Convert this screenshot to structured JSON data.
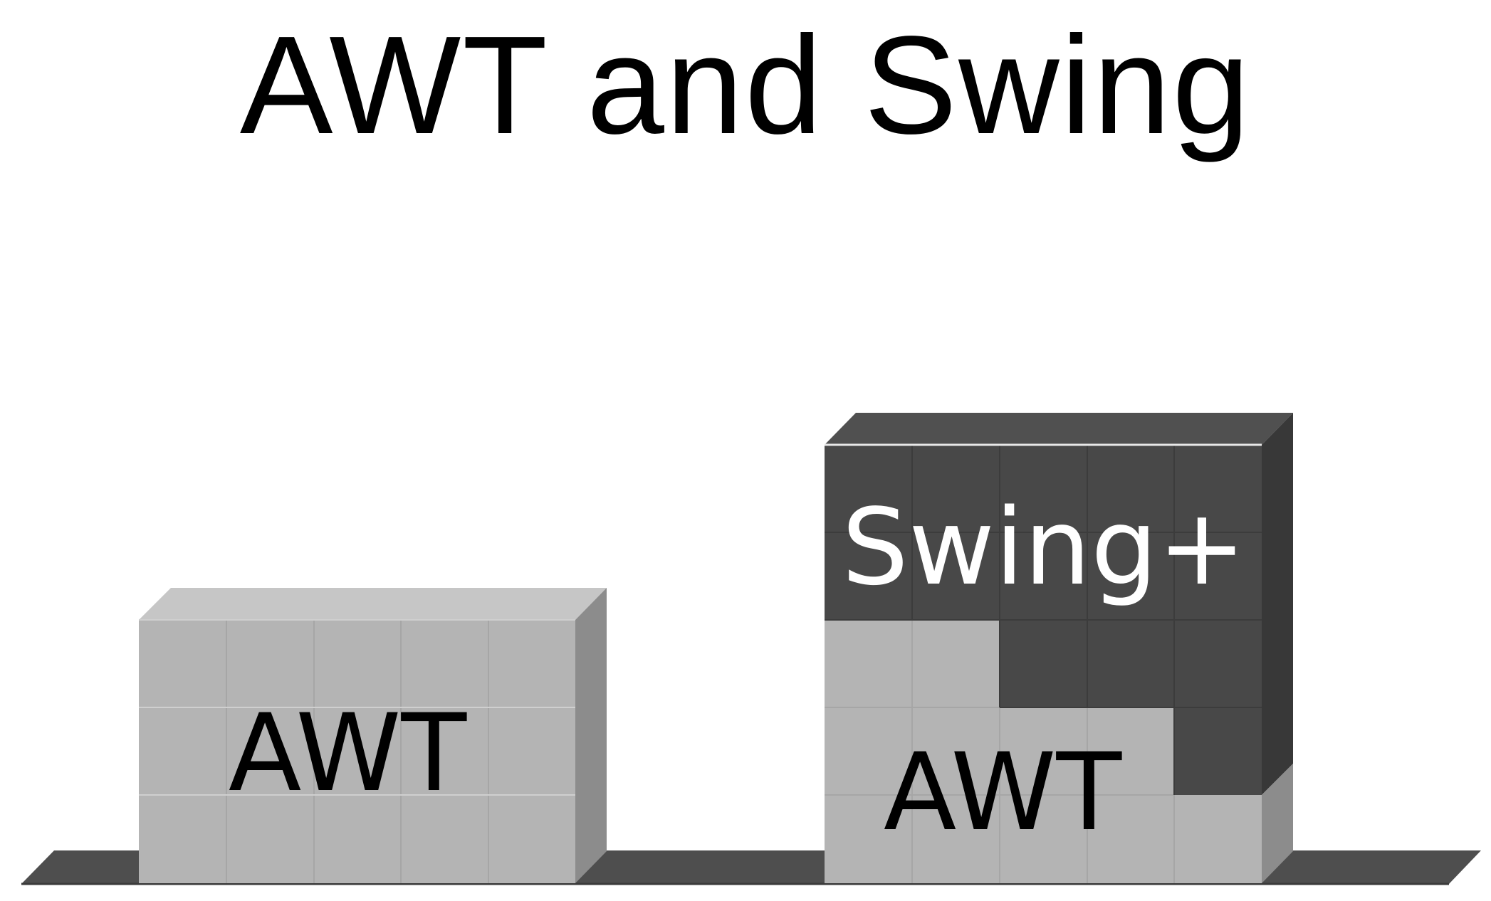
{
  "slide": {
    "title": "AWT and Swing"
  },
  "diagram": {
    "left_stack": {
      "label": "AWT"
    },
    "right_stack": {
      "top_label": "Swing+",
      "bottom_label": "AWT"
    },
    "colors": {
      "light_block": "#b4b4b4",
      "light_block_top": "#c6c6c6",
      "light_block_side": "#8c8c8c",
      "dark_block": "#484848",
      "dark_block_top": "#505050",
      "dark_block_side": "#383838",
      "shelf": "#4e4e4e",
      "grid_line_light": "#a6a6a6",
      "grid_line_dark": "#3c3c3c"
    }
  }
}
